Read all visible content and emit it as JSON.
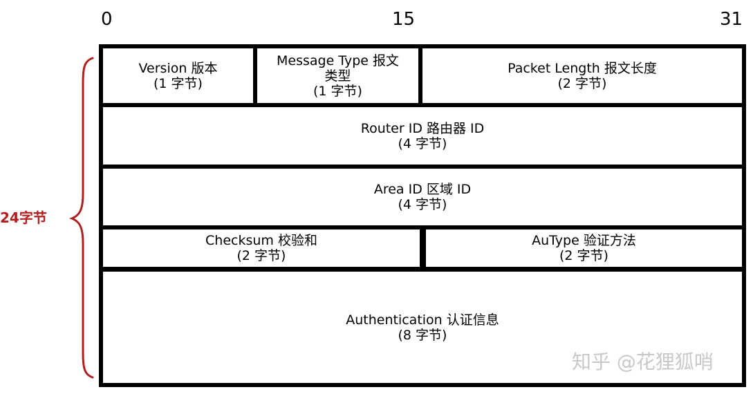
{
  "bit_scale": {
    "start": "0",
    "middle": "15",
    "end": "31"
  },
  "total_size": "24字节",
  "fields": {
    "version": {
      "name": "Version 版本",
      "size": "(1 字节)"
    },
    "message_type": {
      "name_line1": "Message Type 报文",
      "name_line2": "类型",
      "size": "(1 字节)"
    },
    "packet_length": {
      "name": "Packet Length 报文长度",
      "size": "(2 字节)"
    },
    "router_id": {
      "name": "Router ID 路由器 ID",
      "size": "(4 字节)"
    },
    "area_id": {
      "name": "Area ID 区域 ID",
      "size": "(4 字节)"
    },
    "checksum": {
      "name": "Checksum 校验和",
      "size": "(2 字节)"
    },
    "autype": {
      "name": "AuType 验证方法",
      "size": "(2 字节)"
    },
    "authentication": {
      "name": "Authentication 认证信息",
      "size": "(8 字节)"
    }
  },
  "watermark": "知乎 @花狸狐哨",
  "colors": {
    "brace": "#b21d1d",
    "border": "#000000",
    "watermark": "#bebebe"
  }
}
